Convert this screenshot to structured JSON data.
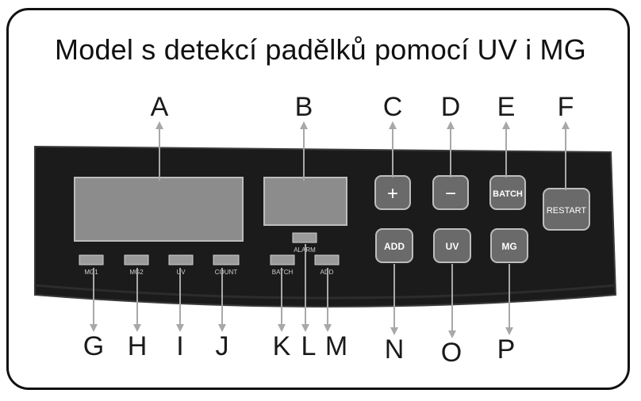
{
  "title": "Model s detekcí padělků pomocí UV i MG",
  "callouts_top": [
    "A",
    "B",
    "C",
    "D",
    "E",
    "F"
  ],
  "callouts_bottom": [
    "G",
    "H",
    "I",
    "J",
    "K",
    "L",
    "M",
    "N",
    "O",
    "P"
  ],
  "buttons": {
    "plus": "+",
    "minus": "−",
    "batch": "BATCH",
    "restart": "RESTART",
    "add": "ADD",
    "uv": "UV",
    "mg": "MG"
  },
  "indicators": {
    "mg1": "MG1",
    "mg2": "MG2",
    "uv": "UV",
    "count": "COUNT",
    "batch": "BATCH",
    "alarm": "ALARM",
    "add": "ADD"
  },
  "colors": {
    "panel": "#1b1b1b",
    "panel_edge": "#3a3a3a",
    "display": "#8c8c8c",
    "button": "#6a6a6a",
    "indicator": "#9a9a9a",
    "arrow": "#a8a8a8"
  }
}
